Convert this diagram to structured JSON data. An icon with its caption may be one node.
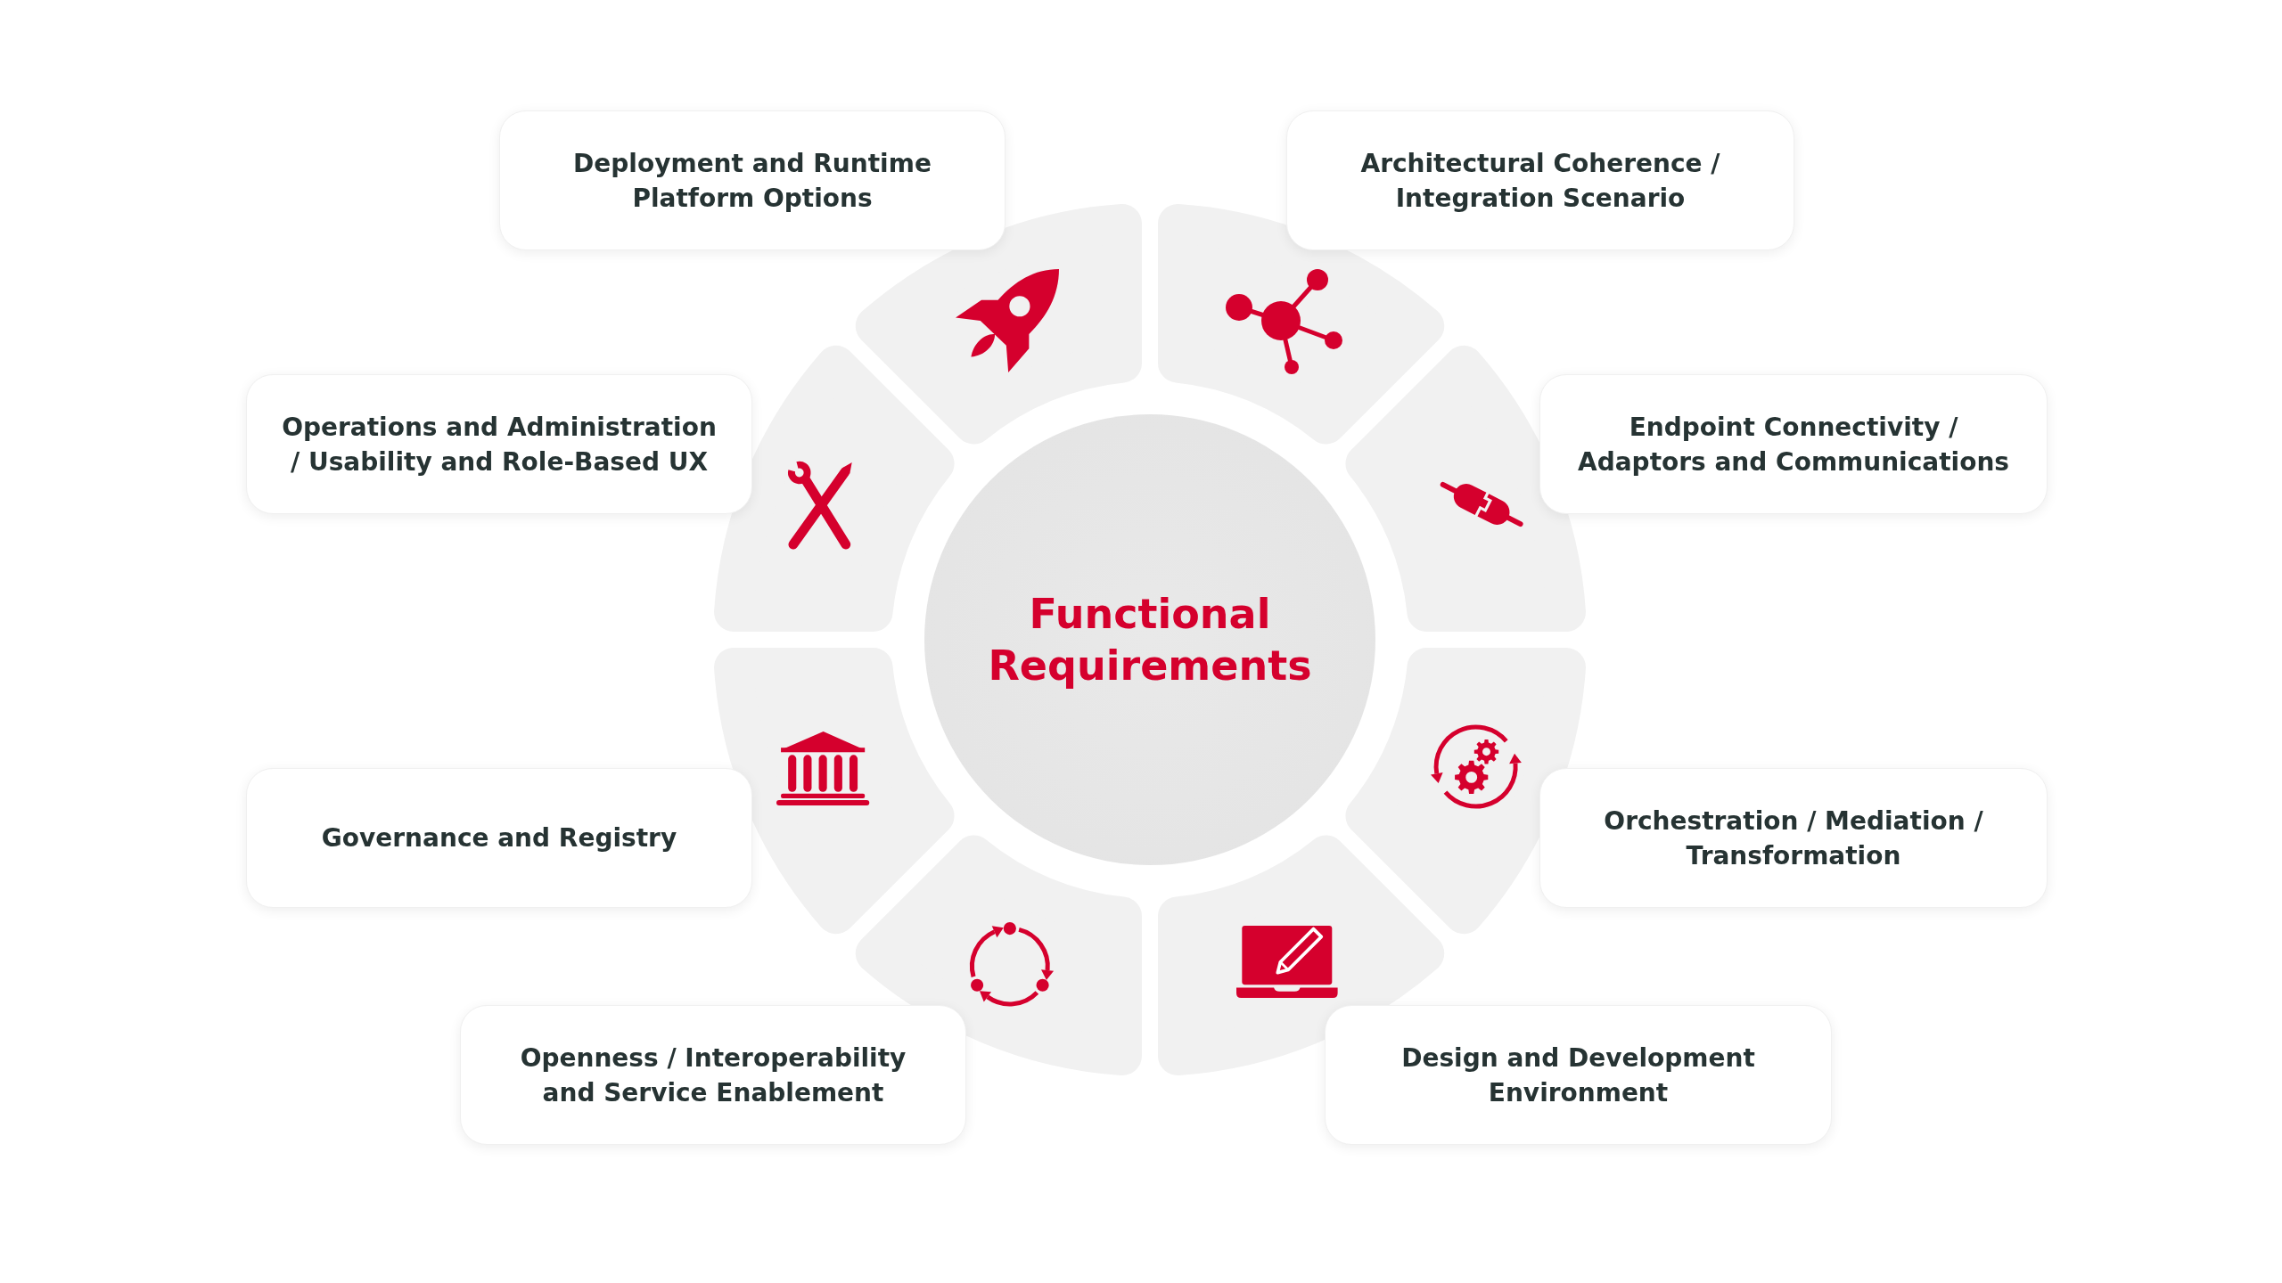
{
  "diagram": {
    "nodes": [
      {
        "text": [
          "Functional Requirements"
        ]
      },
      {
        "text": [
          "Deployment and Runtime Platform Options"
        ]
      },
      {
        "text": [
          "Architectural Coherence / Integration Scenario"
        ]
      },
      {
        "text": [
          "Endpoint Connectivity / Adaptors and Communications"
        ]
      },
      {
        "text": [
          "Orchestration / Mediation / Transformation"
        ]
      },
      {
        "text": [
          "Design and Development Environment"
        ]
      },
      {
        "text": [
          "Openness / Interoperability and Service Enablement"
        ]
      },
      {
        "text": [
          "Governance and Registry"
        ]
      },
      {
        "text": [
          "Operations and Administration / Usability and Role-Based UX"
        ]
      }
    ]
  }
}
